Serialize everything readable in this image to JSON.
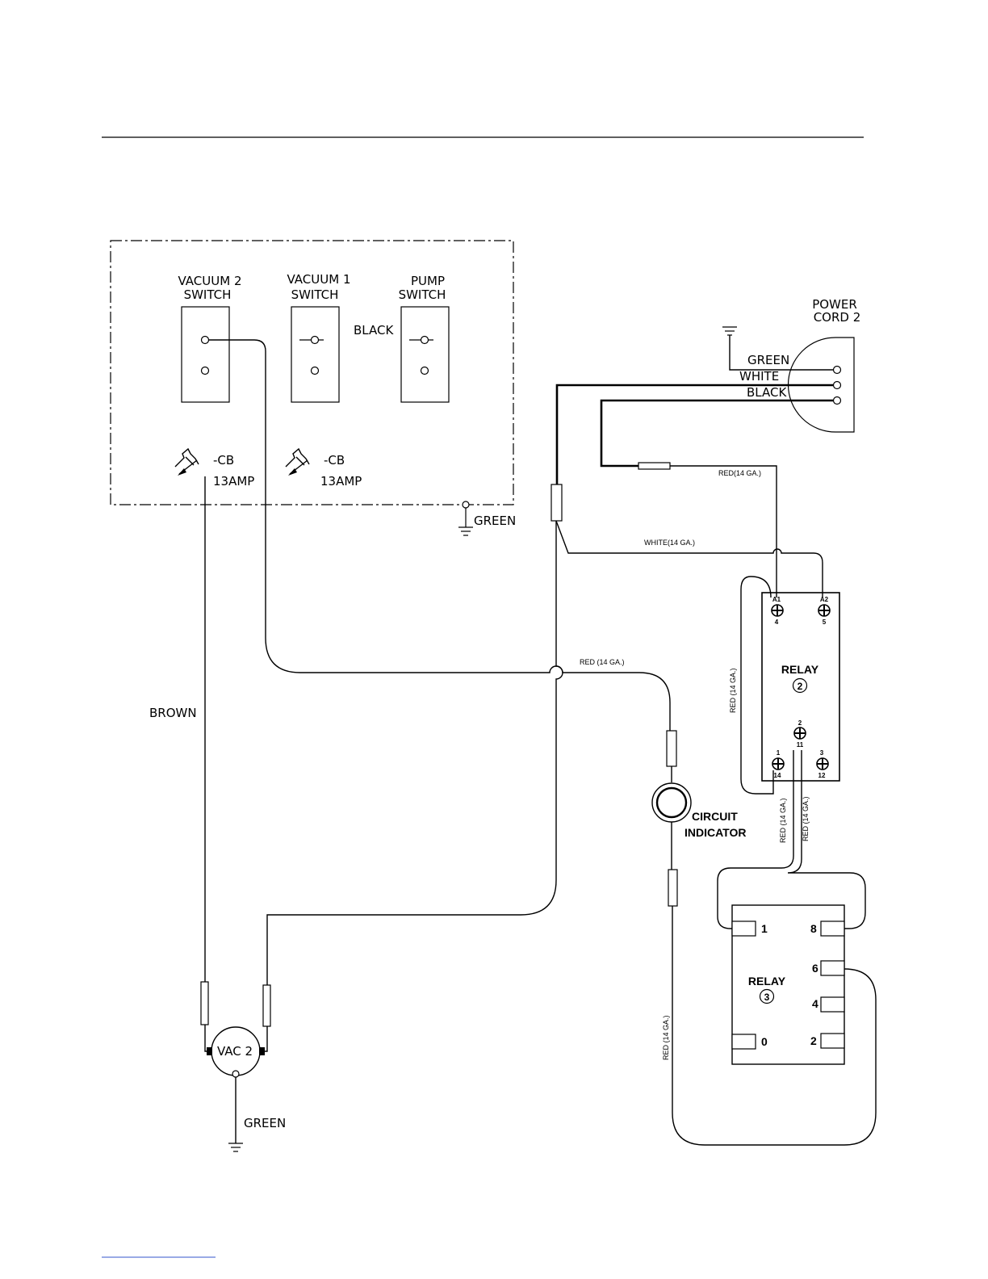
{
  "switch_panel": {
    "vacuum2_switch": [
      "VACUUM 2",
      "SWITCH"
    ],
    "vacuum1_switch": [
      "VACUUM 1",
      "SWITCH"
    ],
    "pump_switch": [
      "PUMP",
      "SWITCH"
    ],
    "black_wire": "BLACK",
    "breaker1": {
      "label": "-CB",
      "rating": "13AMP"
    },
    "breaker2": {
      "label": "-CB",
      "rating": "13AMP"
    },
    "ground": "GREEN"
  },
  "power_cord": {
    "title": [
      "POWER",
      "CORD 2"
    ],
    "wires": [
      "GREEN",
      "WHITE",
      "BLACK"
    ]
  },
  "wire_labels": {
    "red_top": "RED(14 GA.)",
    "white": "WHITE(14 GA.)",
    "red_mid": "RED (14 GA.)",
    "red_relay_left": "RED (14 GA.)",
    "red_relay_out1": "RED (14 GA.)",
    "red_relay_out2": "RED (14 GA.)",
    "red_bottom": "RED (14 GA.)",
    "brown": "BROWN"
  },
  "relay2": {
    "title": "RELAY",
    "number": "2",
    "terminals": {
      "a1": [
        "A1",
        "4"
      ],
      "a2": [
        "A2",
        "5"
      ],
      "t2": [
        "2",
        "11"
      ],
      "t1": [
        "1",
        "14"
      ],
      "t3": [
        "3",
        "12"
      ]
    }
  },
  "circuit_indicator": [
    "CIRCUIT",
    "INDICATOR"
  ],
  "relay3": {
    "title": "RELAY",
    "number": "3",
    "pins_left": [
      "1",
      "0"
    ],
    "pins_right": [
      "8",
      "6",
      "4",
      "2"
    ]
  },
  "motor": {
    "label": "VAC 2",
    "ground": "GREEN"
  }
}
